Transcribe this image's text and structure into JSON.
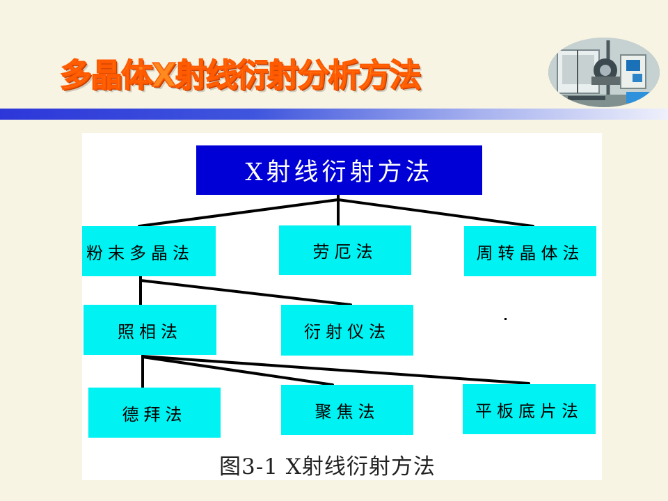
{
  "slide": {
    "title": "多晶体X射线衍射分析方法"
  },
  "diagram": {
    "root": "X射线衍射方法",
    "methods": {
      "powder": "粉末多晶法",
      "laue": "劳厄法",
      "rotating": "周转晶体法"
    },
    "powder_subtypes": {
      "photo": "照相法",
      "diffractometer": "衍射仪法"
    },
    "photo_subtypes": {
      "debye": "德拜法",
      "focus": "聚焦法",
      "plate": "平板底片法"
    },
    "caption": "图3-1  X射线衍射方法"
  },
  "colors": {
    "background": "#f7f4e3",
    "title_orange": "#ff8a1f",
    "title_rule_blue": "#2d37d9",
    "root_blue": "#0000d6",
    "node_cyan": "#00f2f2"
  }
}
